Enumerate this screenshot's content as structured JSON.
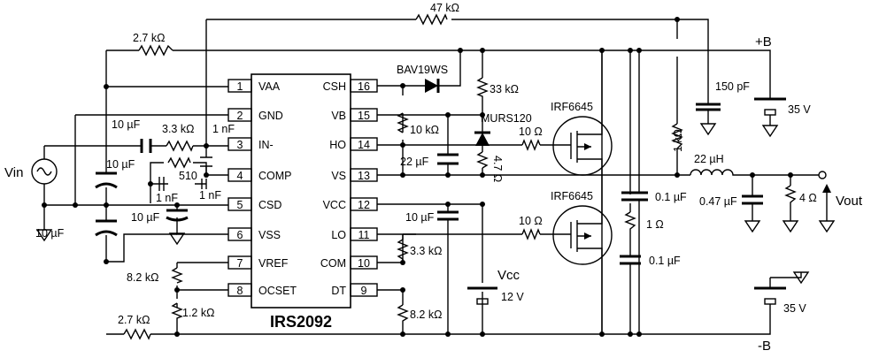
{
  "chip": {
    "name": "IRS2092",
    "pins_left": [
      {
        "num": "1",
        "name": "VAA"
      },
      {
        "num": "2",
        "name": "GND"
      },
      {
        "num": "3",
        "name": "IN-"
      },
      {
        "num": "4",
        "name": "COMP"
      },
      {
        "num": "5",
        "name": "CSD"
      },
      {
        "num": "6",
        "name": "VSS"
      },
      {
        "num": "7",
        "name": "VREF"
      },
      {
        "num": "8",
        "name": "OCSET"
      }
    ],
    "pins_right": [
      {
        "num": "16",
        "name": "CSH"
      },
      {
        "num": "15",
        "name": "VB"
      },
      {
        "num": "14",
        "name": "HO"
      },
      {
        "num": "13",
        "name": "VS"
      },
      {
        "num": "12",
        "name": "VCC"
      },
      {
        "num": "11",
        "name": "LO"
      },
      {
        "num": "10",
        "name": "COM"
      },
      {
        "num": "9",
        "name": "DT"
      }
    ]
  },
  "labels": {
    "r_top": "47 kΩ",
    "r_27_top": "2.7 kΩ",
    "r_27_bot": "2.7 kΩ",
    "r_33": "3.3 kΩ",
    "c_in": "10 µF",
    "c_1nf_in": "1 nF",
    "r_510": "510",
    "c_1nf_a": "1 nF",
    "c_1nf_b": "1 nF",
    "c_10_l1": "10 µF",
    "c_10_l2": "10 µF",
    "c_10_csd": "10 µF",
    "r_82_left": "8.2 kΩ",
    "r_12": "1.2 kΩ",
    "vin": "Vin",
    "diode1": "BAV19WS",
    "r_33k": "33 kΩ",
    "diode2": "MURS120",
    "r_10k": "10 kΩ",
    "c_22": "22 µF",
    "r_47": "4.7 Ω",
    "c_10_vcc": "10 µF",
    "r_33k_b": "3.3 kΩ",
    "r_82_right": "8.2 kΩ",
    "vcc": "Vcc",
    "vcc_v": "12 V",
    "r_10_hi": "10 Ω",
    "r_10_lo": "10 Ω",
    "mos_hi": "IRF6645",
    "mos_lo": "IRF6645",
    "r_1k": "1 kΩ",
    "c_150p": "150 pF",
    "plus_b": "+B",
    "v35_top": "35 V",
    "v35_bot": "35 V",
    "minus_b": "-B",
    "l_22": "22 µH",
    "c_01_a": "0.1 µF",
    "c_047": "0.47 µF",
    "r_4": "4 Ω",
    "vout": "Vout",
    "r_1": "1 Ω",
    "c_01_b": "0.1 µF"
  }
}
